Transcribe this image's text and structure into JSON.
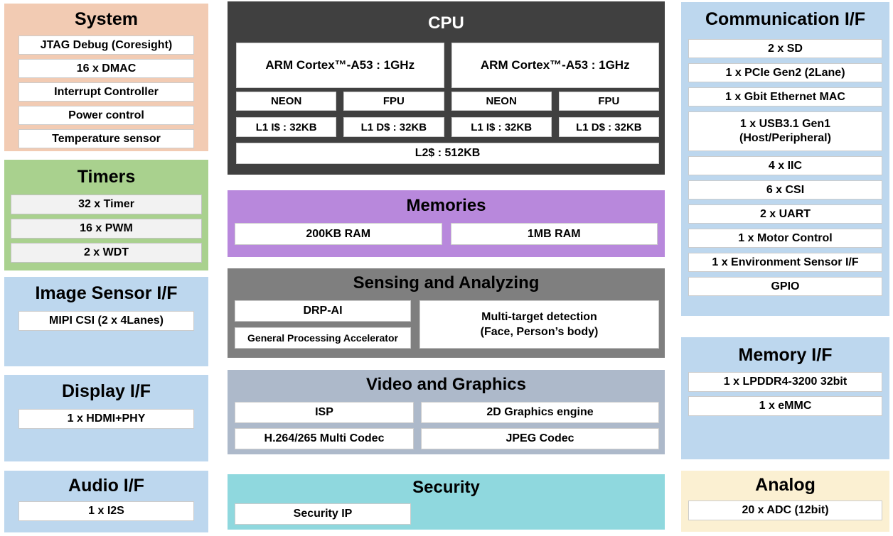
{
  "colors": {
    "system_bg": "#F2CBB3",
    "timers_bg": "#A9D18E",
    "interface_bg": "#BDD7EE",
    "cpu_bg": "#404040",
    "memories_bg": "#B888DC",
    "sensing_bg": "#7F7F7F",
    "video_bg": "#ADB9CA",
    "security_bg": "#8FD8DE",
    "analog_bg": "#FBF0D2",
    "row_bg": "#FFFFFF",
    "timers_row_bg": "#F2F2F2",
    "text": "#000000",
    "cpu_title_text": "#FFFFFF"
  },
  "blocks": {
    "system": {
      "title": "System",
      "rows": [
        "JTAG Debug (Coresight)",
        "16 x DMAC",
        "Interrupt Controller",
        "Power control",
        "Temperature sensor"
      ]
    },
    "timers": {
      "title": "Timers",
      "rows": [
        "32 x Timer",
        "16 x PWM",
        "2 x WDT"
      ]
    },
    "image_sensor": {
      "title": "Image Sensor I/F",
      "rows": [
        "MIPI CSI (2 x 4Lanes)"
      ]
    },
    "display": {
      "title": "Display I/F",
      "rows": [
        "1 x HDMI+PHY"
      ]
    },
    "audio": {
      "title": "Audio I/F",
      "rows": [
        "1 x I2S"
      ]
    },
    "cpu": {
      "title": "CPU",
      "cores": [
        "ARM Cortex™-A53  : 1GHz",
        "ARM Cortex™-A53  : 1GHz"
      ],
      "units": [
        "NEON",
        "FPU",
        "NEON",
        "FPU"
      ],
      "caches": [
        "L1 I$ : 32KB",
        "L1 D$ : 32KB",
        "L1 I$ : 32KB",
        "L1 D$ : 32KB"
      ],
      "l2": "L2$ : 512KB"
    },
    "memories": {
      "title": "Memories",
      "rows": [
        "200KB RAM",
        "1MB RAM"
      ]
    },
    "sensing": {
      "title": "Sensing and Analyzing",
      "left_rows": [
        "DRP-AI",
        "General Processing Accelerator"
      ],
      "right_box_line1": "Multi-target detection",
      "right_box_line2": "(Face, Person’s body)"
    },
    "video": {
      "title": "Video and Graphics",
      "rows": [
        "ISP",
        "2D Graphics engine",
        "H.264/265 Multi Codec",
        "JPEG Codec"
      ]
    },
    "security": {
      "title": "Security",
      "rows": [
        "Security IP"
      ]
    },
    "communication": {
      "title": "Communication I/F",
      "rows_top": [
        "2 x SD",
        "1 x PCIe Gen2 (2Lane)",
        "1 x Gbit Ethernet MAC"
      ],
      "usb_line1": "1 x USB3.1 Gen1",
      "usb_line2": "(Host/Peripheral)",
      "rows_bottom": [
        "4 x IIC",
        "6 x CSI",
        "2 x UART",
        "1 x Motor Control",
        "1 x Environment Sensor I/F",
        "GPIO"
      ]
    },
    "memory_if": {
      "title": "Memory I/F",
      "rows": [
        "1 x LPDDR4-3200 32bit",
        "1 x eMMC"
      ]
    },
    "analog": {
      "title": "Analog",
      "rows": [
        "20 x ADC (12bit)"
      ]
    }
  }
}
